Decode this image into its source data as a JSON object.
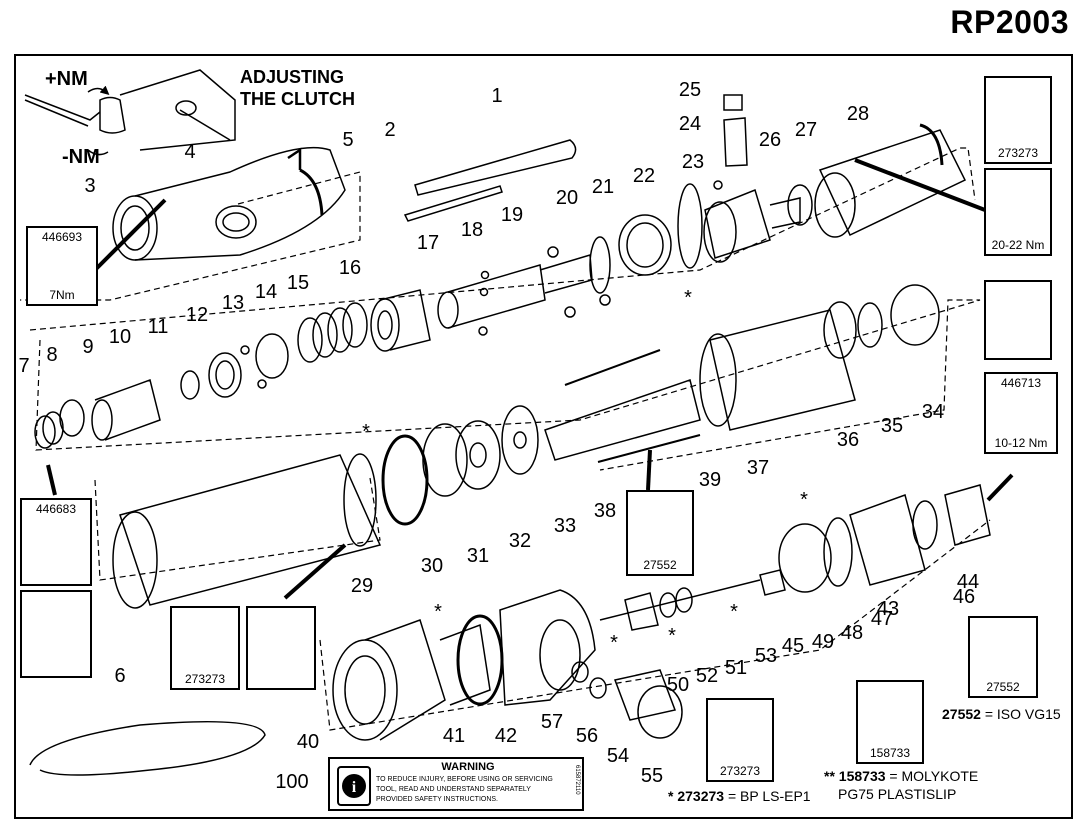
{
  "title": "RP2003",
  "clutch": {
    "heading_line1": "ADJUSTING",
    "heading_line2": "THE CLUTCH",
    "plus_nm": "+NM",
    "minus_nm": "-NM"
  },
  "part_numbers": [
    "1",
    "2",
    "3",
    "4",
    "5",
    "6",
    "7",
    "8",
    "9",
    "10",
    "11",
    "12",
    "13",
    "14",
    "15",
    "16",
    "17",
    "18",
    "19",
    "20",
    "21",
    "22",
    "23",
    "24",
    "25",
    "26",
    "27",
    "28",
    "29",
    "30",
    "31",
    "32",
    "33",
    "34",
    "35",
    "36",
    "37",
    "38",
    "39",
    "40",
    "41",
    "42",
    "43",
    "44",
    "45",
    "46",
    "47",
    "48",
    "49",
    "50",
    "51",
    "52",
    "53",
    "54",
    "55",
    "56",
    "57",
    "100"
  ],
  "asterisk": "*",
  "info_boxes": {
    "grease_a": "273273",
    "torque_a": "20-22 Nm",
    "wrench_a_code": "446693",
    "wrench_a_torque": "7Nm",
    "wrench_b_code": "446713",
    "wrench_b_torque": "10-12 Nm",
    "tool_c_code": "446683",
    "oil_a": "27552",
    "grease_b": "273273",
    "oil_b": "27552",
    "grease_c": "158733",
    "grease_d": "273273"
  },
  "warning": {
    "title": "WARNING",
    "text": "TO REDUCE INJURY, BEFORE USING OR SERVICING TOOL, READ AND UNDERSTAND SEPARATELY PROVIDED SAFETY INSTRUCTIONS.",
    "side_code": "615872110"
  },
  "legend": {
    "oil_code": "27552",
    "oil_text": "= ISO VG15",
    "molykote_prefix": "**",
    "molykote_code": "158733",
    "molykote_text": "= MOLYKOTE",
    "molykote_line2": "PG75 PLASTISLIP",
    "bp_prefix": "*",
    "bp_code": "273273",
    "bp_text": "= BP LS-EP1"
  }
}
